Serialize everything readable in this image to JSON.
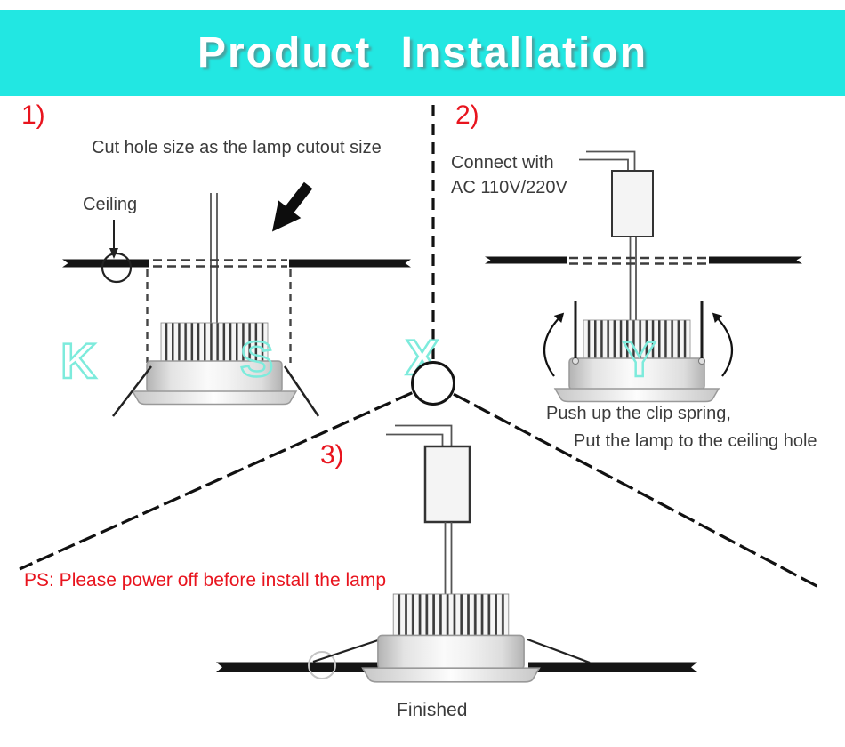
{
  "header": {
    "title": "Product Installation",
    "background_color": "#22e7e2",
    "text_color": "#ffffff"
  },
  "colors": {
    "accent_red": "#e8141e",
    "ink": "#3b3b3b",
    "line_black": "#151515",
    "watermark_cyan": "#7debdc",
    "lamp_gray": "#e6e6e6"
  },
  "watermark": {
    "letters": [
      "K",
      "S",
      "X",
      "Y"
    ]
  },
  "steps": {
    "one": {
      "label": "1)",
      "caption": "Cut hole size as the lamp cutout size",
      "ceiling_label": "Ceiling"
    },
    "two": {
      "label": "2)",
      "caption_line1": "Connect with",
      "caption_line2": "AC 110V/220V",
      "note_line1": "Push up the clip spring,",
      "note_line2": "Put the lamp to the ceiling hole"
    },
    "three": {
      "label": "3)",
      "warning": "PS: Please power off before install the lamp",
      "finished_label": "Finished"
    }
  }
}
